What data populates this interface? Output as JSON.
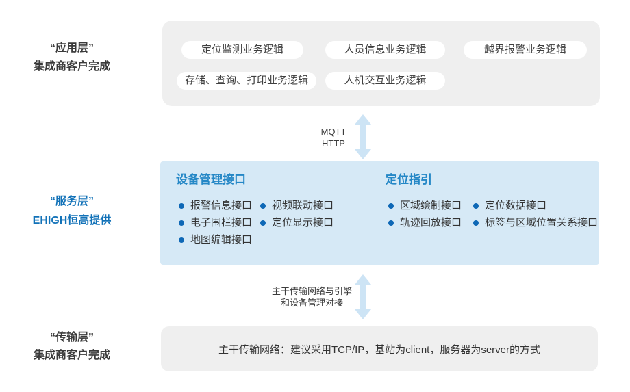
{
  "colors": {
    "accent_blue": "#1272b8",
    "group_title_blue": "#2487c6",
    "bullet_blue": "#0e68b6",
    "service_box_bg": "#d6e9f6",
    "gray_box_bg": "#efefef",
    "arrow_blue": "#cde4f5",
    "text_dark": "#3a3a3a"
  },
  "layers": {
    "application": {
      "label_line1": "“应用层”",
      "label_line2": "集成商客户完成",
      "pills_row1": [
        "定位监测业务逻辑",
        "人员信息业务逻辑",
        "越界报警业务逻辑"
      ],
      "pills_row2": [
        "存储、查询、打印业务逻辑",
        "人机交互业务逻辑"
      ]
    },
    "service": {
      "label_line1": "“服务层”",
      "label_line2": "EHIGH恒高提供",
      "groups": [
        {
          "title": "设备管理接口",
          "items": [
            "报警信息接口",
            "视频联动接口",
            "电子围栏接口",
            "定位显示接口",
            "地图编辑接口"
          ]
        },
        {
          "title": "定位指引",
          "items": [
            "区域绘制接口",
            "定位数据接口",
            "轨迹回放接口",
            "标签与区域位置关系接口"
          ]
        }
      ]
    },
    "transport": {
      "label_line1": "“传输层”",
      "label_line2": "集成商客户完成",
      "content": "主干传输网络：建议采用TCP/IP，基站为client，服务器为server的方式"
    }
  },
  "connectors": {
    "top": {
      "line1": "MQTT",
      "line2": "HTTP"
    },
    "bottom": {
      "line1": "主干传输网络与引擎",
      "line2": "和设备管理对接"
    }
  }
}
